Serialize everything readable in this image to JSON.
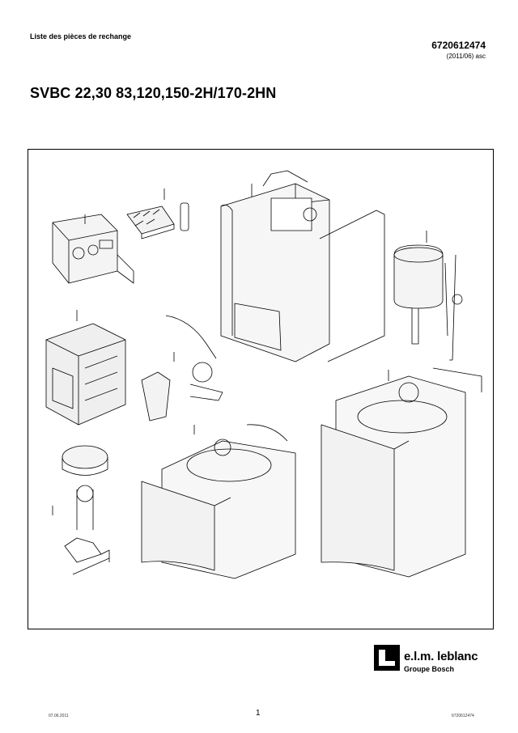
{
  "header": {
    "doc_type": "Liste des pièces de rechange",
    "doc_number": "6720612474",
    "doc_date": "(2011/06) asc"
  },
  "title": "SVBC 22,30 83,120,150-2H/170-2HN",
  "brand": {
    "logo_icon": "elm-leblanc-logo-icon",
    "name": "e.l.m. leblanc",
    "group": "Groupe Bosch",
    "color": "#000000"
  },
  "footer": {
    "left": "07.06.2011",
    "page": "1",
    "right": "6720612474"
  }
}
